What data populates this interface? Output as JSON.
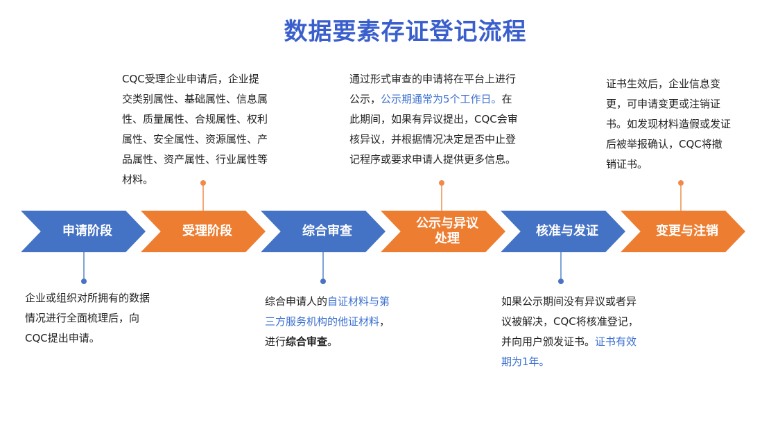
{
  "title": "数据要素存证登记流程",
  "steps": [
    {
      "label": "申请阶段",
      "color": "#4472c4"
    },
    {
      "label": "受理阶段",
      "color": "#ed7d31"
    },
    {
      "label": "综合审查",
      "color": "#4472c4"
    },
    {
      "label": "公示与异议\n处理",
      "color": "#ed7d31"
    },
    {
      "label": "核准与发证",
      "color": "#4472c4"
    },
    {
      "label": "变更与注销",
      "color": "#ed7d31"
    }
  ],
  "descriptions": {
    "step1": "企业或组织对所拥有的数据情况进行全面梳理后，向CQC提出申请。",
    "step2": "CQC受理企业申请后，企业提交类别属性、基础属性、信息属性、质量属性、合规属性、权利属性、安全属性、资源属性、产品属性、资产属性、行业属性等材料。",
    "step3": {
      "part1": "综合申请人的",
      "highlight": "自证材料与第三方服务机构的他证材料",
      "part2": "，进行",
      "bold": "综合审查",
      "part3": "。"
    },
    "step4": {
      "part1": "通过形式审查的申请将在平台上进行公示，",
      "highlight": "公示期通常为5个工作日。",
      "part2": "在此期间，如果有异议提出，CQC会审核异议，并根据情况决定是否中止登记程序或要求申请人提供更多信息。"
    },
    "step5": {
      "part1": "如果公示期间没有异议或者异议被解决，CQC将核准登记，并向用户颁发证书。",
      "highlight": "证书有效期为1年。"
    },
    "step6": "证书生效后，企业信息变更，可申请变更或注销证书。如发现材料造假或发证后被举报确认，CQC将撤销证书。"
  },
  "colors": {
    "title": "#3a5fcd",
    "blue": "#4472c4",
    "orange": "#ed7d31",
    "highlight": "#3a6fd0"
  }
}
